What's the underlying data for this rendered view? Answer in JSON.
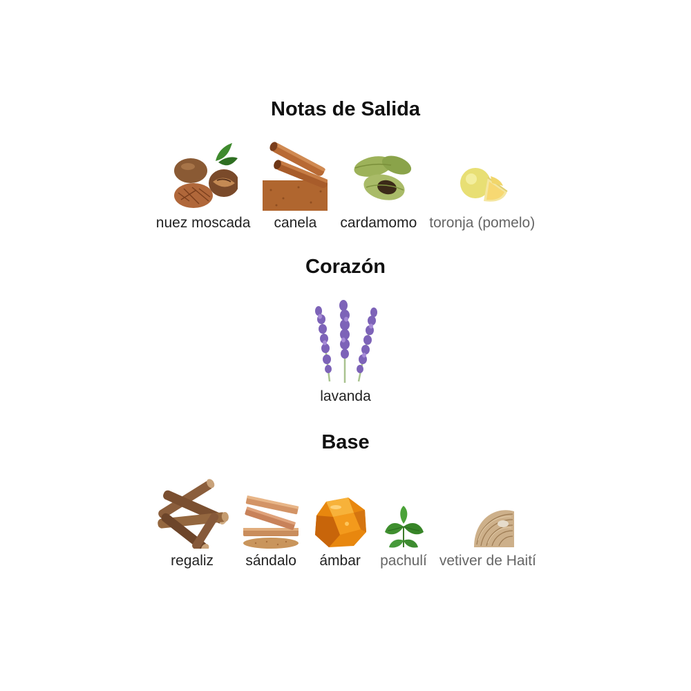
{
  "sections": [
    {
      "title": "Notas de Salida",
      "notes": [
        {
          "label": "nuez moscada",
          "icon": "nutmeg-icon",
          "faded": false
        },
        {
          "label": "canela",
          "icon": "cinnamon-icon",
          "faded": false
        },
        {
          "label": "cardamomo",
          "icon": "cardamom-icon",
          "faded": false
        },
        {
          "label": "toronja (pomelo)",
          "icon": "grapefruit-icon",
          "faded": true
        }
      ]
    },
    {
      "title": "Corazón",
      "notes": [
        {
          "label": "lavanda",
          "icon": "lavender-icon",
          "faded": false
        }
      ]
    },
    {
      "title": "Base",
      "notes": [
        {
          "label": "regaliz",
          "icon": "licorice-icon",
          "faded": false
        },
        {
          "label": "sándalo",
          "icon": "sandalwood-icon",
          "faded": false
        },
        {
          "label": "ámbar",
          "icon": "amber-icon",
          "faded": false
        },
        {
          "label": "pachulí",
          "icon": "patchouli-icon",
          "faded": true
        },
        {
          "label": "vetiver de Haití",
          "icon": "vetiver-icon",
          "faded": true
        }
      ]
    }
  ]
}
